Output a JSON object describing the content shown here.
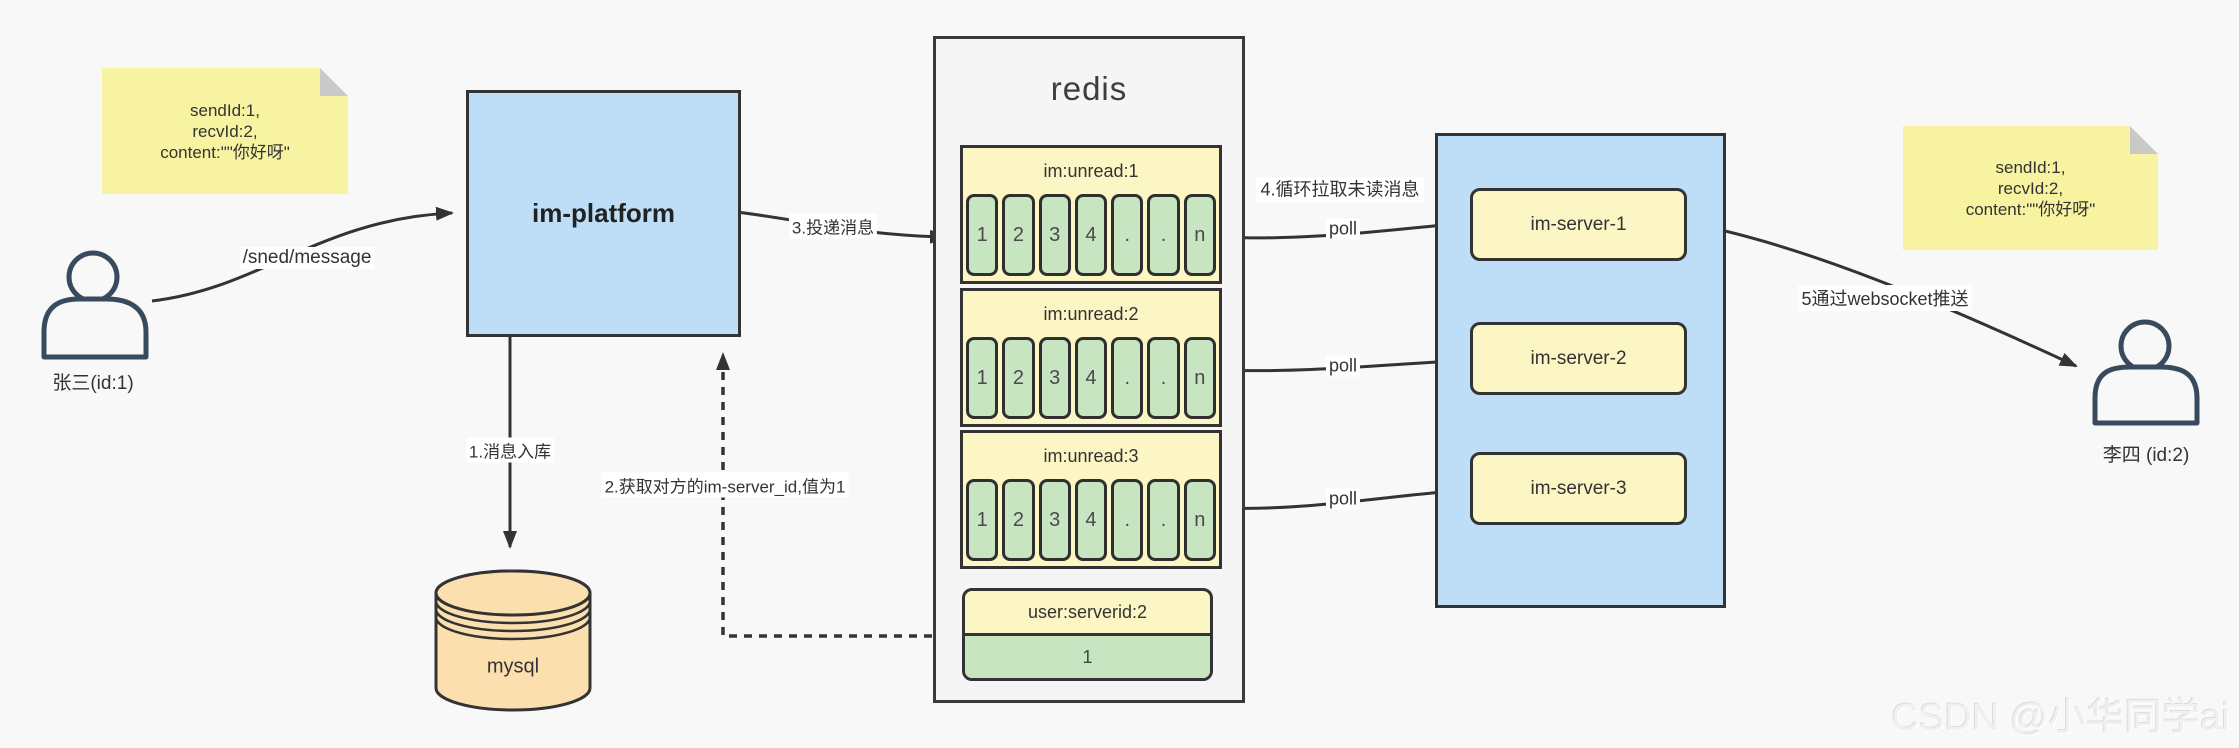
{
  "page": {
    "watermark": "CSDN @小华同学ai"
  },
  "actors": {
    "sender": {
      "label": "张三(id:1)"
    },
    "receiver": {
      "label": "李四  (id:2)"
    }
  },
  "notes": {
    "left": {
      "lines": [
        "sendId:1,",
        "recvId:2,",
        "content:\"\"你好呀\""
      ]
    },
    "right": {
      "lines": [
        "sendId:1,",
        "recvId:2,",
        "content:\"\"你好呀\""
      ]
    }
  },
  "platform": {
    "label": "im-platform"
  },
  "database": {
    "label": "mysql"
  },
  "redis": {
    "title": "redis",
    "queues": [
      {
        "title": "im:unread:1",
        "cells": [
          "1",
          "2",
          "3",
          "4",
          ".",
          ".",
          "n"
        ]
      },
      {
        "title": "im:unread:2",
        "cells": [
          "1",
          "2",
          "3",
          "4",
          ".",
          ".",
          "n"
        ]
      },
      {
        "title": "im:unread:3",
        "cells": [
          "1",
          "2",
          "3",
          "4",
          ".",
          ".",
          "n"
        ]
      }
    ],
    "mapping": {
      "title": "user:serverid:2",
      "value": "1"
    }
  },
  "servers": {
    "items": [
      {
        "label": "im-server-1"
      },
      {
        "label": "im-server-2"
      },
      {
        "label": "im-server-3"
      }
    ]
  },
  "edges": {
    "send": "/sned/message",
    "step1": "1.消息入库",
    "step2": "2.获取对方的im-server_id,值为1",
    "step3": "3.投递消息",
    "step4": "4.循环拉取未读消息",
    "step5": "5通过websocket推送",
    "poll": "poll"
  },
  "colors": {
    "background": "#f8f8f8",
    "note_yellow": "#f7f3a0",
    "box_yellow": "#fcf5c4",
    "cell_green": "#c8e5c1",
    "container_blue": "#bddef6",
    "container_gray": "#f5f5f5",
    "db_peach": "#fcdfae",
    "stroke": "#333333",
    "watermark_gray": "#f0f0f0"
  }
}
